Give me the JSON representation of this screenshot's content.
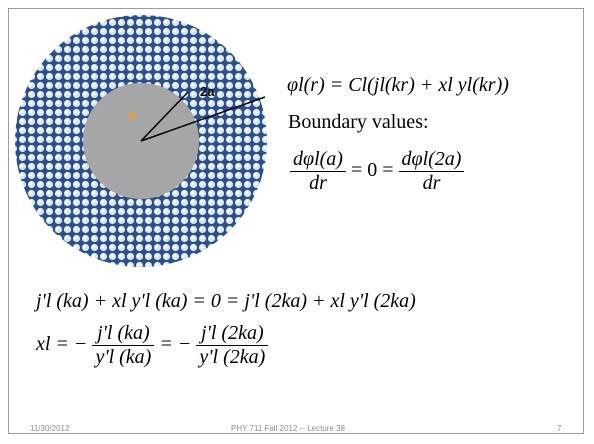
{
  "slide": {
    "diagram": {
      "inner_label": "a",
      "outer_label": "2a",
      "colors": {
        "shell": "#2e4f86",
        "inner": "#a6a6a6",
        "inner_label": "#f2a02a",
        "line": "#000000"
      }
    },
    "eq1": {
      "lhs": "φl(r) = Cl",
      "rhs": "(jl(kr) + xl yl(kr))"
    },
    "boundary_text": "Boundary values:",
    "eq2": {
      "frac1_num": "dφl(a)",
      "frac1_den": "dr",
      "middle": "= 0 =",
      "frac2_num": "dφl(2a)",
      "frac2_den": "dr"
    },
    "eq3": "j'l (ka) + xl y'l (ka) = 0 = j'l (2ka) + xl y'l (2ka)",
    "eq4": {
      "lhs": "xl = −",
      "frac1_num": "j'l (ka)",
      "frac1_den": "y'l (ka)",
      "middle": "= −",
      "frac2_num": "j'l (2ka)",
      "frac2_den": "y'l (2ka)"
    },
    "footer": {
      "date": "11/30/2012",
      "course": "PHY 711  Fall 2012 -- Lecture 38",
      "page": "7"
    }
  }
}
